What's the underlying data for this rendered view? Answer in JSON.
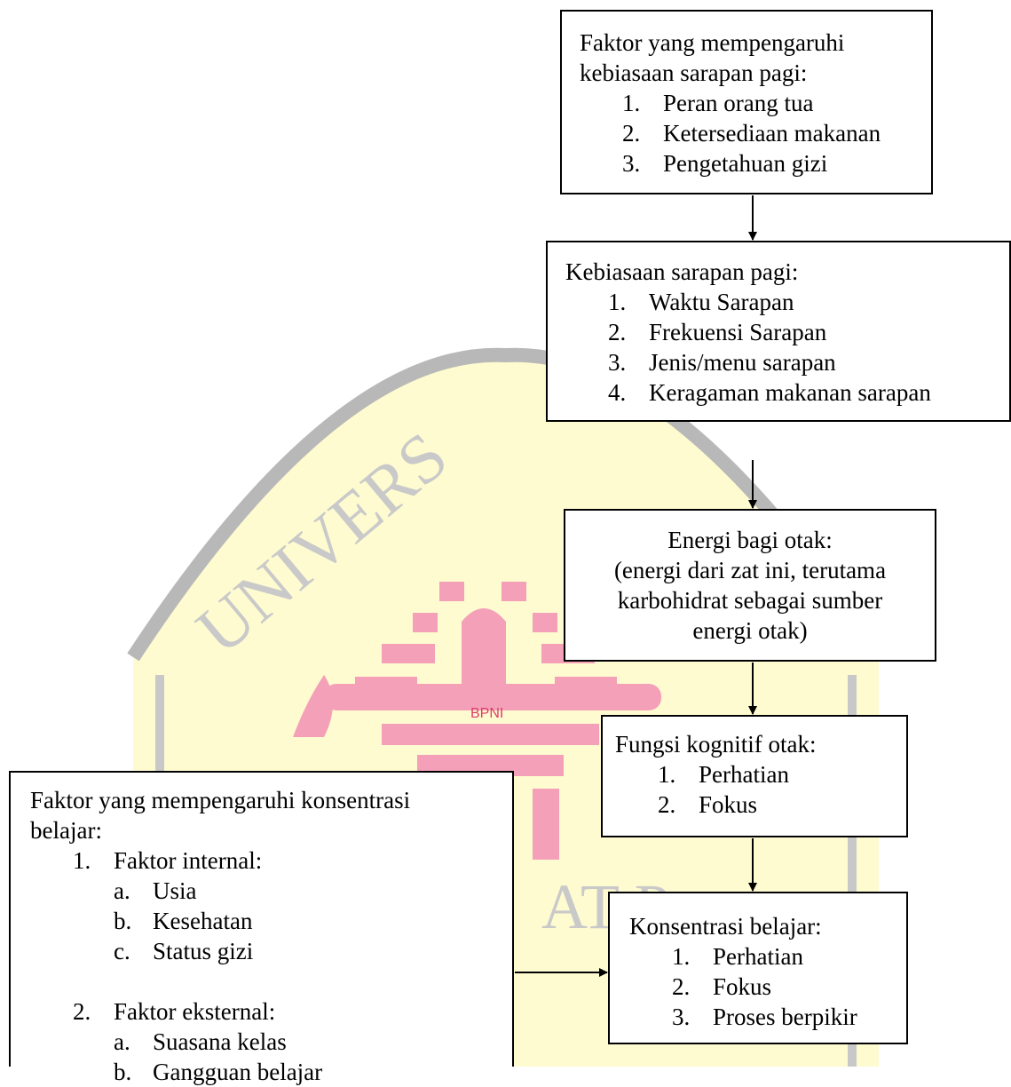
{
  "diagram": {
    "watermark": {
      "arc_text_left": "UNIVERS",
      "arc_text_right": "AT P",
      "logo_text": "BPNI",
      "colors": {
        "arc": "#b0b0b0",
        "logo": "#ee2f6a",
        "fill": "#fffbd0"
      }
    },
    "box_faktor_sarapan": {
      "title": "Faktor yang mempengaruhi kebiasaan sarapan pagi:",
      "items": [
        {
          "num": "1.",
          "text": "Peran orang tua"
        },
        {
          "num": "2.",
          "text": "Ketersediaan makanan"
        },
        {
          "num": "3.",
          "text": "Pengetahuan gizi"
        }
      ]
    },
    "box_kebiasaan": {
      "title": "Kebiasaan sarapan pagi:",
      "items": [
        {
          "num": "1.",
          "text": "Waktu Sarapan"
        },
        {
          "num": "2.",
          "text": "Frekuensi Sarapan"
        },
        {
          "num": "3.",
          "text": "Jenis/menu sarapan"
        },
        {
          "num": "4.",
          "text": "Keragaman makanan sarapan"
        }
      ]
    },
    "box_energi": {
      "line1": "Energi bagi otak:",
      "line2": "(energi dari zat ini, terutama",
      "line3": "karbohidrat sebagai sumber",
      "line4": "energi otak)"
    },
    "box_kognitif": {
      "title": "Fungsi kognitif otak:",
      "items": [
        {
          "num": "1.",
          "text": "Perhatian"
        },
        {
          "num": "2.",
          "text": "Fokus"
        }
      ]
    },
    "box_konsentrasi": {
      "title": "Konsentrasi belajar:",
      "items": [
        {
          "num": "1.",
          "text": "Perhatian"
        },
        {
          "num": "2.",
          "text": "Fokus"
        },
        {
          "num": "3.",
          "text": "Proses berpikir"
        }
      ]
    },
    "box_faktor_konsentrasi": {
      "title_line1": "Faktor yang mempengaruhi konsentrasi",
      "title_line2": "belajar:",
      "group1": {
        "num": "1.",
        "label": "Faktor internal:",
        "items": [
          {
            "letter": "a.",
            "text": "Usia"
          },
          {
            "letter": "b.",
            "text": "Kesehatan"
          },
          {
            "letter": "c.",
            "text": "Status gizi"
          }
        ]
      },
      "group2": {
        "num": "2.",
        "label": "Faktor eksternal:",
        "items": [
          {
            "letter": "a.",
            "text": "Suasana kelas"
          },
          {
            "letter": "b.",
            "text": "Gangguan belajar"
          }
        ]
      }
    }
  }
}
